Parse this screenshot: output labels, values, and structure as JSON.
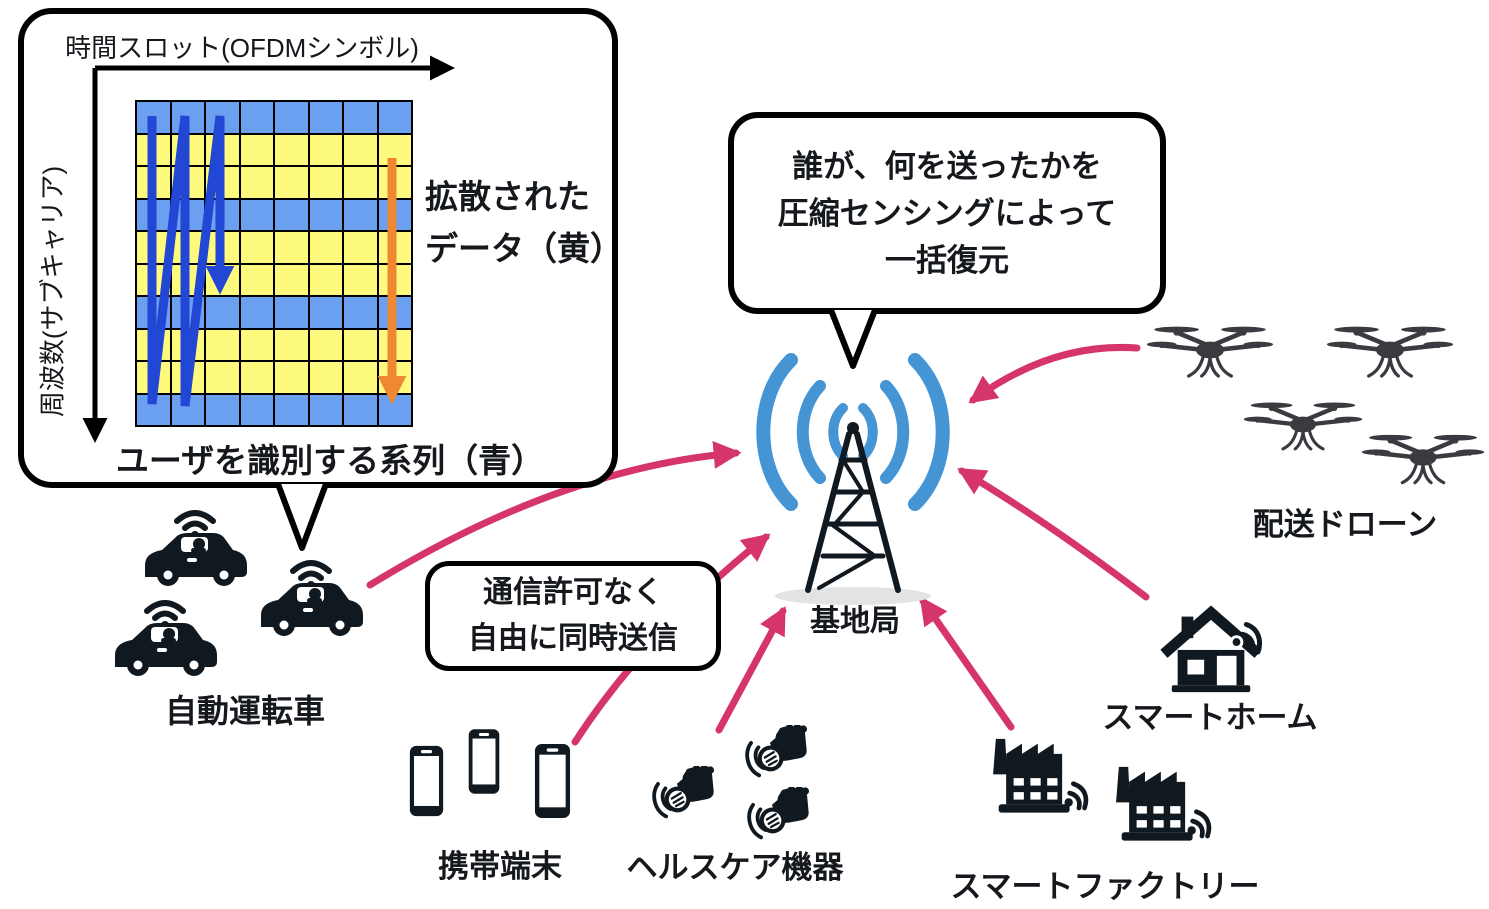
{
  "colors": {
    "arrow_pink": "#d6356a",
    "wave_blue": "#4595d5",
    "grid_blue": "#6b9ff0",
    "grid_yellow": "#fdfa7d",
    "zigzag_blue": "#2247d4",
    "spread_orange": "#ee8833",
    "icon_black": "#101820",
    "drone_gray": "#3a3a40"
  },
  "resource_box": {
    "time_axis_label": "時間スロット(OFDMシンボル)",
    "freq_axis_label": "周波数(サブキャリア)",
    "spread_label_line1": "拡散された",
    "spread_label_line2": "データ（黄）",
    "sequence_label": "ユーザを識別する系列（青）",
    "grid": {
      "columns": 8,
      "rows": 10,
      "row_pattern": [
        "blue",
        "yellow",
        "yellow",
        "blue",
        "yellow",
        "yellow",
        "blue",
        "yellow",
        "yellow",
        "blue"
      ]
    }
  },
  "bubble": {
    "line1": "誰が、何を送ったかを",
    "line2": "圧縮センシングによって",
    "line3": "一括復元"
  },
  "grant_free_box": {
    "line1": "通信許可なく",
    "line2": "自由に同時送信"
  },
  "base_station": {
    "label": "基地局"
  },
  "devices": {
    "cars": {
      "label": "自動運転車",
      "count": 3
    },
    "phones": {
      "label": "携帯端末",
      "count": 3
    },
    "wearables": {
      "label": "ヘルスケア機器",
      "count": 3
    },
    "factories": {
      "label": "スマートファクトリー",
      "count": 2
    },
    "home": {
      "label": "スマートホーム",
      "count": 1
    },
    "drones": {
      "label": "配送ドローン",
      "count": 4
    }
  }
}
